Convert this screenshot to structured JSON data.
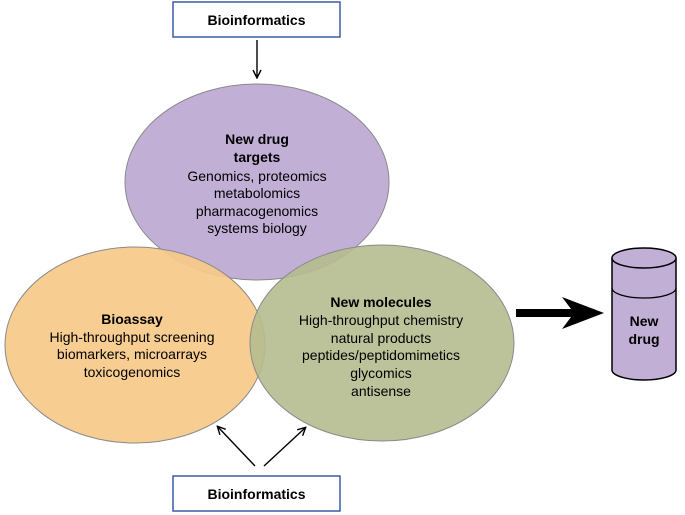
{
  "colors": {
    "box_border": "#3d5aa8",
    "targets_fill": "#c2afd6",
    "bioassay_fill": "#f8c98a",
    "molecules_fill": "#b5bd8f",
    "ellipse_stroke": "#8a8a8a",
    "cylinder_fill": "#c2afd6",
    "arrow": "#000000"
  },
  "top_box": {
    "label": "Bioinformatics"
  },
  "bottom_box": {
    "label": "Bioinformatics"
  },
  "targets": {
    "title": [
      "New drug",
      "targets"
    ],
    "lines": [
      "Genomics, proteomics",
      "metabolomics",
      "pharmacogenomics",
      "systems biology"
    ]
  },
  "bioassay": {
    "title": [
      "Bioassay"
    ],
    "lines": [
      "High-throughput screening",
      "biomarkers, microarrays",
      "toxicogenomics"
    ]
  },
  "molecules": {
    "title": [
      "New molecules"
    ],
    "lines": [
      "High-throughput chemistry",
      "natural products",
      "peptides/peptidomimetics",
      "glycomics",
      "antisense"
    ]
  },
  "new_drug": {
    "lines": [
      "New",
      "drug"
    ]
  }
}
